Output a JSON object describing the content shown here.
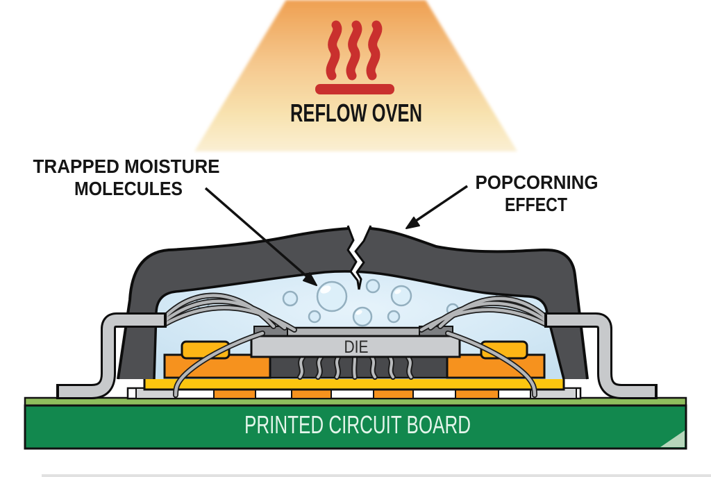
{
  "diagram": {
    "title": "Popcorning effect in an IC package during reflow soldering",
    "type": "technical-illustration"
  },
  "labels": {
    "reflow_oven": "REFLOW OVEN",
    "trapped_moisture_line1": "TRAPPED MOISTURE",
    "trapped_moisture_line2": "MOLECULES",
    "popcorning_line1": "POPCORNING",
    "popcorning_line2": "EFFECT",
    "die": "DIE",
    "pcb": "PRINTED CIRCUIT BOARD"
  },
  "icons": {
    "heat_waves": "three red heat squiggles over a bar, radiating heat from the reflow oven",
    "arrow_trapped_moisture": "black arrow pointing to moisture bubbles inside package",
    "arrow_popcorning": "black arrow pointing to crack in package top"
  },
  "colors": {
    "background": "#FFFFFF",
    "heat_red": "#C9302E",
    "cone_top_orange": "#EFA052",
    "cone_bottom_cream": "#FAEFD3",
    "mold_gray": "#4E4F52",
    "moisture_blue": "#CFE6F4",
    "bubble_fill": "#D8ECF8",
    "bubble_stroke": "#93AFBF",
    "lead_gray": "#C7C9CB",
    "die_gray": "#CACCCF",
    "die_top_bar_gray": "#B2B4B6",
    "bond_stub_gray": "#7D7F82",
    "under_die_gray": "#48494C",
    "trace_gray": "#B9BBBD",
    "pad_orange": "#F6921E",
    "substrate_yellow": "#FCC60F",
    "block_yellow": "#FDB615",
    "pad_light_gray": "#D2D4D6",
    "pcb_green_dark": "#12884E",
    "pcb_green_light": "#8FBE5D",
    "pcb_fold_green": "#B7D6BB",
    "pcb_text": "#E3F5EA",
    "outline_black": "#111111",
    "label_black": "#151515"
  }
}
